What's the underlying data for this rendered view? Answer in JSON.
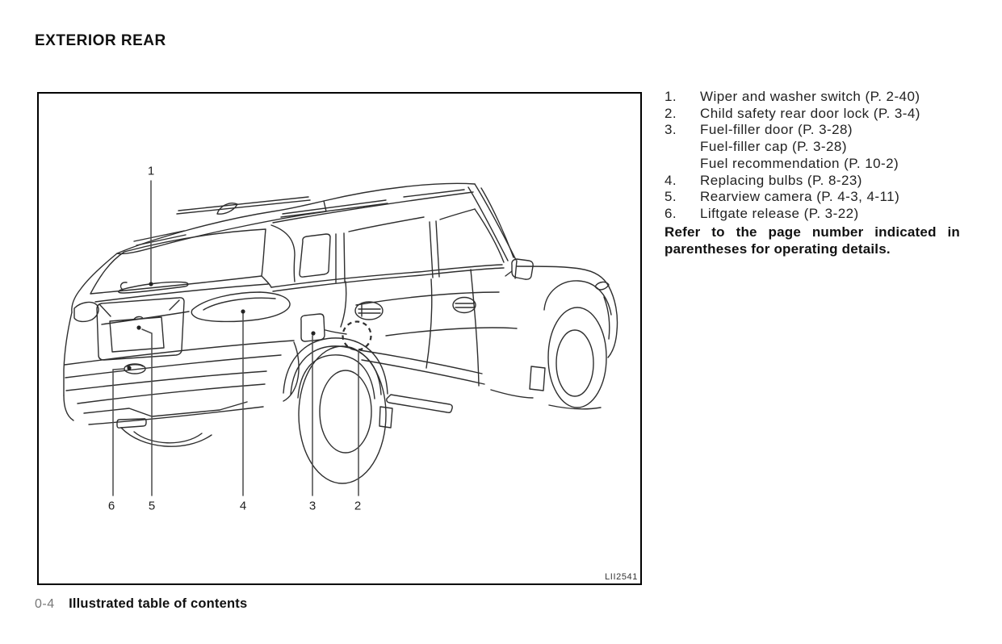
{
  "page": {
    "title": "EXTERIOR REAR"
  },
  "figure": {
    "image_code": "LII2541",
    "callouts": [
      "1",
      "6",
      "5",
      "4",
      "3",
      "2"
    ]
  },
  "legend": {
    "items": [
      {
        "num": "1.",
        "lines": [
          "Wiper and washer switch (P. 2-40)"
        ]
      },
      {
        "num": "2.",
        "lines": [
          "Child safety rear door lock (P. 3-4)"
        ]
      },
      {
        "num": "3.",
        "lines": [
          "Fuel-filler door (P. 3-28)",
          "Fuel-filler cap (P. 3-28)",
          "Fuel recommendation (P. 10-2)"
        ]
      },
      {
        "num": "4.",
        "lines": [
          "Replacing bulbs (P. 8-23)"
        ]
      },
      {
        "num": "5.",
        "lines": [
          "Rearview camera (P. 4-3, 4-11)"
        ]
      },
      {
        "num": "6.",
        "lines": [
          "Liftgate release (P. 3-22)"
        ]
      }
    ],
    "note": "Refer to the page number indicated in parentheses for operating details."
  },
  "footer": {
    "page_number": "0-4",
    "section_title": "Illustrated table of contents"
  }
}
